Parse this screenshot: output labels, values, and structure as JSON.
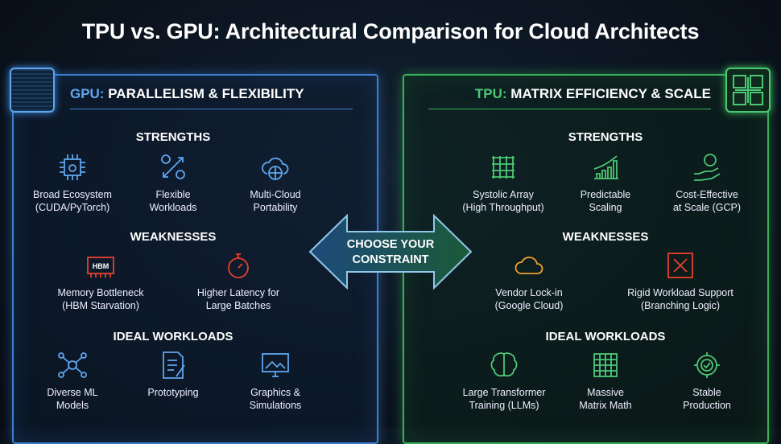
{
  "title": "TPU vs. GPU: Architectural Comparison for Cloud Architects",
  "center": {
    "line1": "CHOOSE YOUR",
    "line2": "CONSTRAINT"
  },
  "gpu": {
    "prefix": "GPU:",
    "heading": "PARALLELISM & FLEXIBILITY",
    "color": "#5ea6f0",
    "strengths_title": "STRENGTHS",
    "weaknesses_title": "WEAKNESSES",
    "ideal_title": "IDEAL WORKLOADS",
    "strengths": [
      {
        "l1": "Broad Ecosystem",
        "l2": "(CUDA/PyTorch)",
        "icon": "chip-icon"
      },
      {
        "l1": "Flexible",
        "l2": "Workloads",
        "icon": "gears-icon"
      },
      {
        "l1": "Multi-Cloud",
        "l2": "Portability",
        "icon": "cloud-globe-icon"
      }
    ],
    "weaknesses": [
      {
        "l1": "Memory Bottleneck",
        "l2": "(HBM Starvation)",
        "icon": "hbm-memory-icon",
        "badge": "HBM"
      },
      {
        "l1": "Higher Latency for",
        "l2": "Large Batches",
        "icon": "stopwatch-icon"
      }
    ],
    "ideal": [
      {
        "l1": "Diverse ML",
        "l2": "Models",
        "icon": "network-icon"
      },
      {
        "l1": "Prototyping",
        "l2": "",
        "icon": "document-pen-icon"
      },
      {
        "l1": "Graphics &",
        "l2": "Simulations",
        "icon": "image-monitor-icon"
      }
    ]
  },
  "tpu": {
    "prefix": "TPU:",
    "heading": "MATRIX EFFICIENCY & SCALE",
    "color": "#4cc775",
    "strengths_title": "STRENGTHS",
    "weaknesses_title": "WEAKNESSES",
    "ideal_title": "IDEAL WORKLOADS",
    "strengths": [
      {
        "l1": "Systolic Array",
        "l2": "(High Throughput)",
        "icon": "grid-icon"
      },
      {
        "l1": "Predictable",
        "l2": "Scaling",
        "icon": "bar-chart-icon"
      },
      {
        "l1": "Cost-Effective",
        "l2": "at Scale (GCP)",
        "icon": "dollar-hand-icon"
      }
    ],
    "weaknesses": [
      {
        "l1": "Vendor Lock-in",
        "l2": "(Google Cloud)",
        "icon": "google-cloud-icon"
      },
      {
        "l1": "Rigid Workload Support",
        "l2": "(Branching Logic)",
        "icon": "x-box-icon"
      }
    ],
    "ideal": [
      {
        "l1": "Large Transformer",
        "l2": "Training (LLMs)",
        "icon": "brain-icon"
      },
      {
        "l1": "Massive",
        "l2": "Matrix Math",
        "icon": "matrix-icon"
      },
      {
        "l1": "Stable",
        "l2": "Production",
        "icon": "gear-check-icon"
      }
    ]
  }
}
